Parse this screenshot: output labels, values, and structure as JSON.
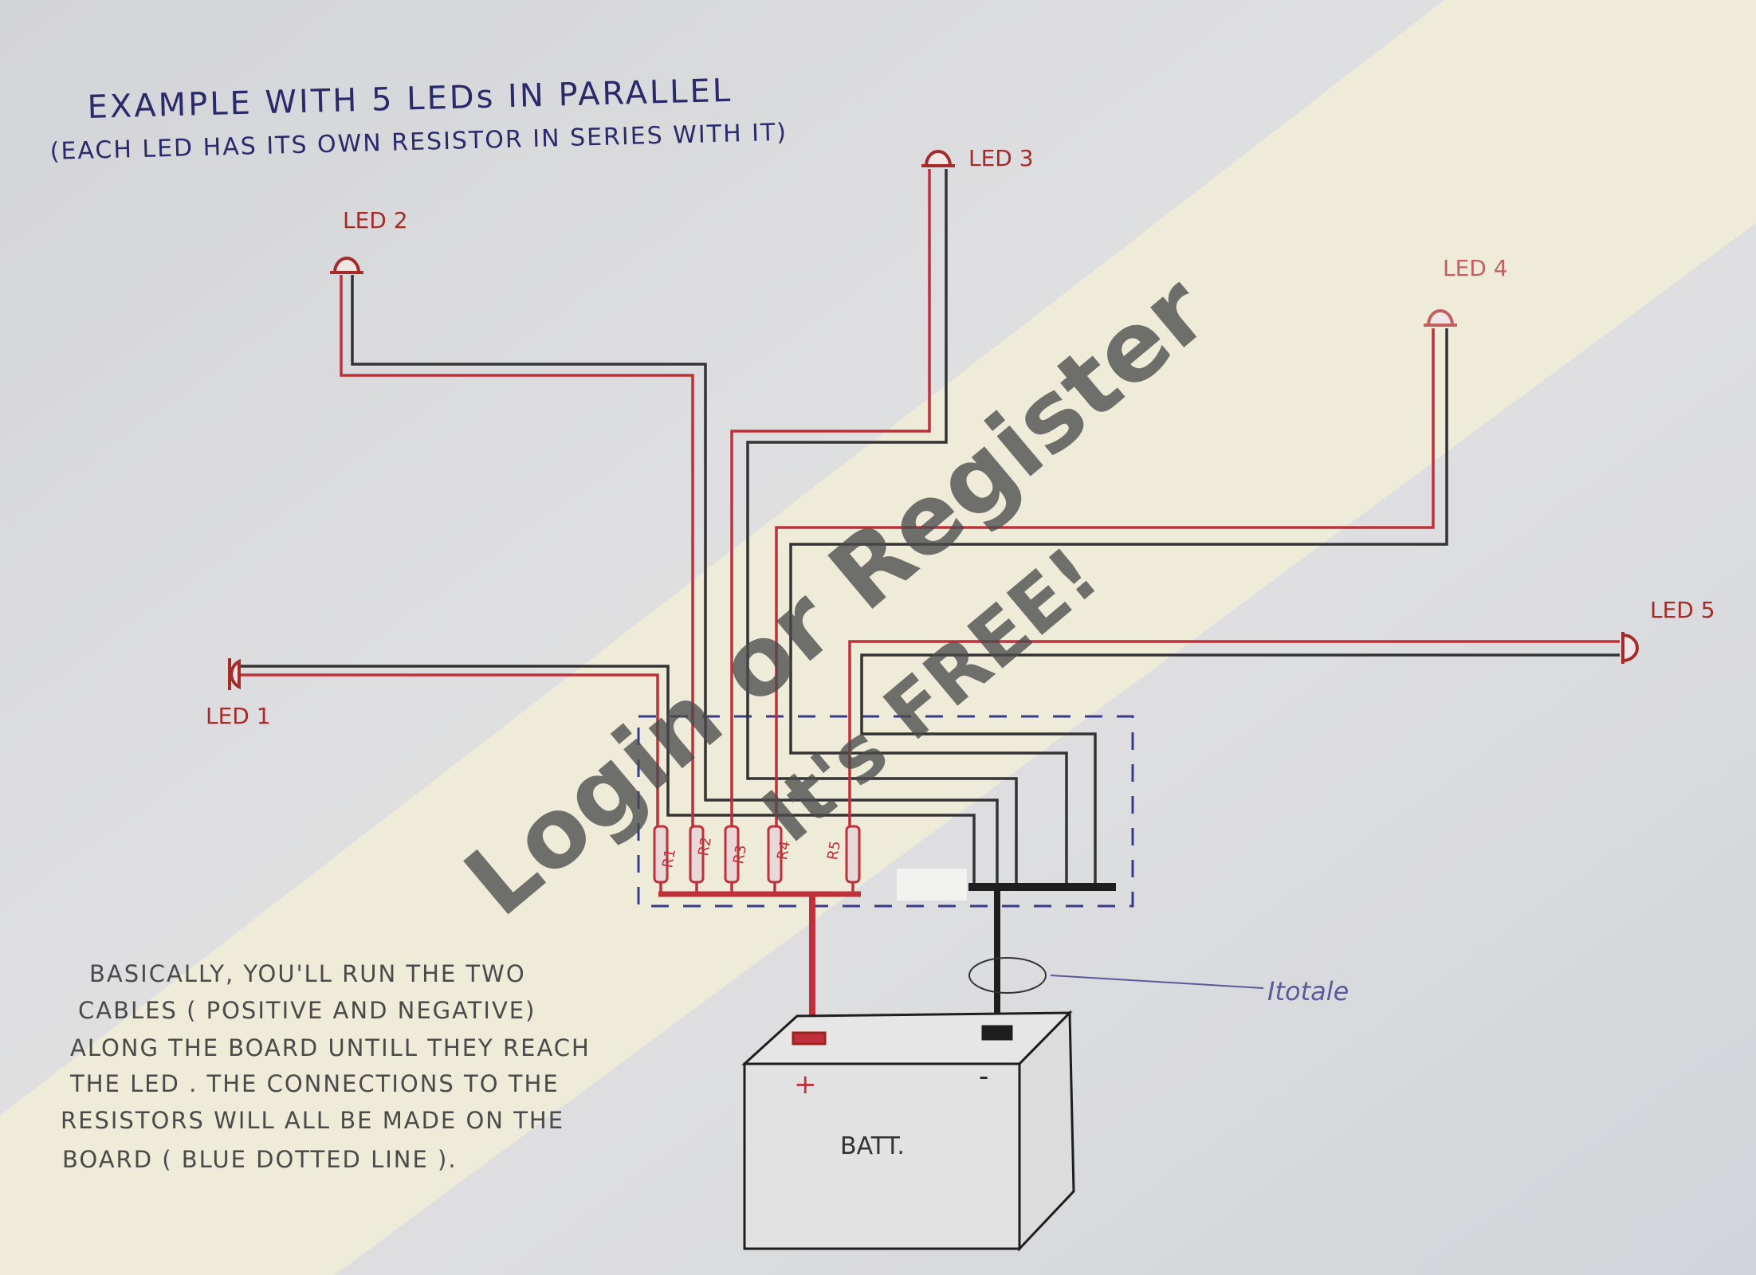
{
  "title": "EXAMPLE WITH 5 LEDs IN PARALLEL",
  "subtitle": "(EACH LED HAS ITS OWN RESISTOR IN SERIES WITH IT)",
  "leds": [
    "LED 1",
    "LED 2",
    "LED 3",
    "LED 4",
    "LED 5"
  ],
  "resistors": [
    "R1",
    "R2",
    "R3",
    "R4",
    "R5"
  ],
  "battery": {
    "label": "BATT.",
    "positive": "+",
    "negative": "-"
  },
  "current_label": "Itotale",
  "note_lines": [
    "BASICALLY, YOU'LL RUN THE TWO",
    "CABLES ( POSITIVE AND NEGATIVE)",
    "ALONG THE BOARD UNTILL THEY REACH",
    "THE LED . THE CONNECTIONS TO THE",
    "RESISTORS WILL ALL BE MADE ON THE",
    "BOARD ( BLUE DOTTED LINE )."
  ],
  "watermark": {
    "line1": "Login or Register",
    "line2": "It's FREE!"
  },
  "colors": {
    "positive_wire": "#c0303a",
    "negative_wire": "#1e1e1e",
    "board_outline": "#3a3a8a",
    "title_ink": "#2a2a6a",
    "label_ink": "#a52a2a",
    "note_ink": "#4a4a4a"
  }
}
